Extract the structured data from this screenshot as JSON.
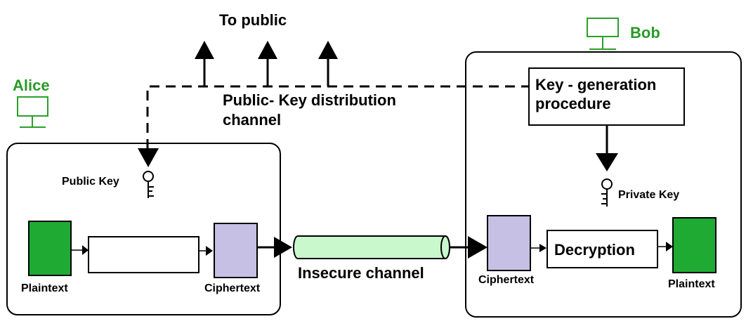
{
  "to_public": "To public",
  "public_channel": {
    "line1": "Public- Key distribution",
    "line2": "channel"
  },
  "alice": {
    "name": "Alice",
    "public_key": "Public Key",
    "plaintext": "Plaintext",
    "ciphertext": "Ciphertext",
    "encryption": ""
  },
  "bob": {
    "name": "Bob",
    "keygen_line1": "Key - generation",
    "keygen_line2": "procedure",
    "private_key": "Private Key",
    "ciphertext": "Ciphertext",
    "decryption": "Decryption",
    "plaintext": "Plaintext"
  },
  "insecure_channel": "Insecure channel",
  "colors": {
    "green_text": "#2a9a2a",
    "plaintext_fill": "#1faa34",
    "ciphertext_fill": "#c6c0e4",
    "channel_fill": "#c8f8cc",
    "icon_stroke": "#2aa02a"
  },
  "icons": {
    "alice_computer": "monitor-icon",
    "bob_computer": "monitor-icon",
    "public_key": "key-icon",
    "private_key": "key-icon"
  }
}
